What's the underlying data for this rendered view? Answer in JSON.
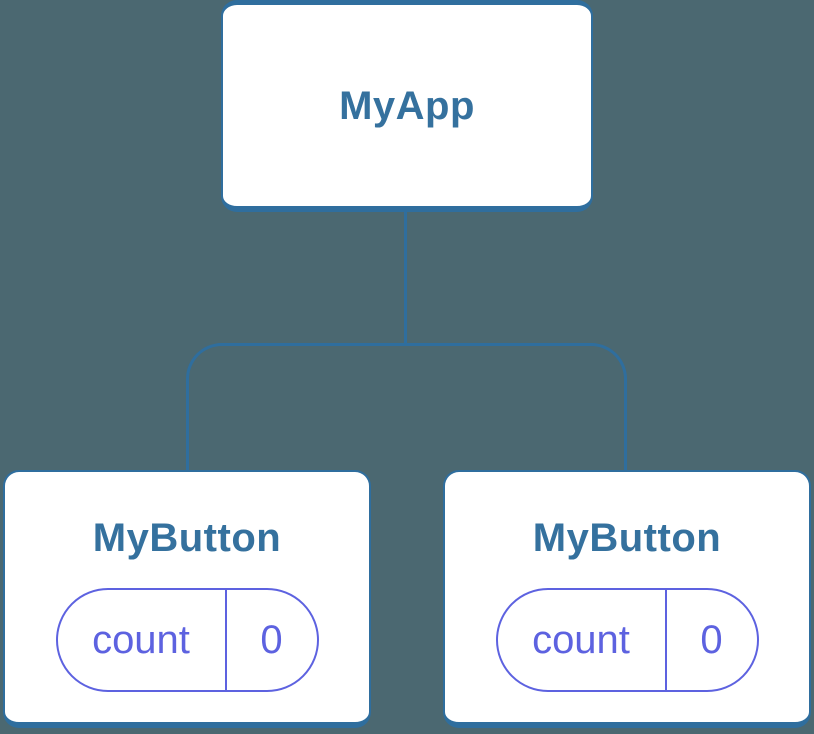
{
  "palette": {
    "bg": "#4b6871",
    "line": "#2f6e9e",
    "text": "#35719e",
    "pill": "#5d62e0",
    "card": "#ffffff"
  },
  "tree": {
    "root": {
      "label": "MyApp"
    },
    "children": [
      {
        "label": "MyButton",
        "state": {
          "name": "count",
          "value": "0"
        }
      },
      {
        "label": "MyButton",
        "state": {
          "name": "count",
          "value": "0"
        }
      }
    ]
  }
}
